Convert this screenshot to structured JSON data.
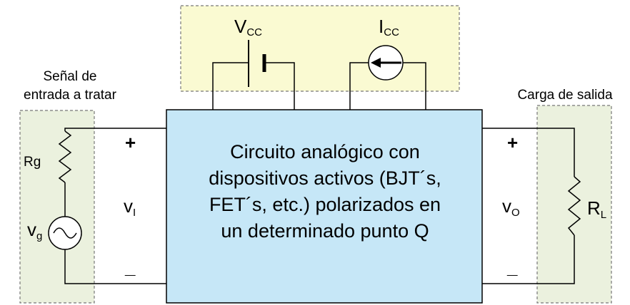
{
  "diagram": {
    "supply_label": {
      "main": "V",
      "sub": "CC"
    },
    "current_label": {
      "main": "I",
      "sub": "CC"
    },
    "input_caption": [
      "Señal de",
      "entrada a tratar"
    ],
    "output_caption": "Carga de salida",
    "source_resistor": "Rg",
    "source_voltage": {
      "main": "v",
      "sub": "g"
    },
    "input_plus": "+",
    "input_minus": "_",
    "input_voltage": {
      "main": "v",
      "sub": "I"
    },
    "circuit_text": [
      "Circuito analógico con",
      "dispositivos activos (BJT´s,",
      "FET´s, etc.)  polarizados en",
      "un determinado punto Q"
    ],
    "output_plus": "+",
    "output_minus": "_",
    "output_voltage": {
      "main": "v",
      "sub": "O"
    },
    "load_resistor": {
      "main": "R",
      "sub": "L"
    }
  },
  "colors": {
    "bias_box": "#fafad2",
    "source_box": "#ebf1de",
    "circuit_box": "#c6e7f7",
    "wire": "#000000"
  }
}
